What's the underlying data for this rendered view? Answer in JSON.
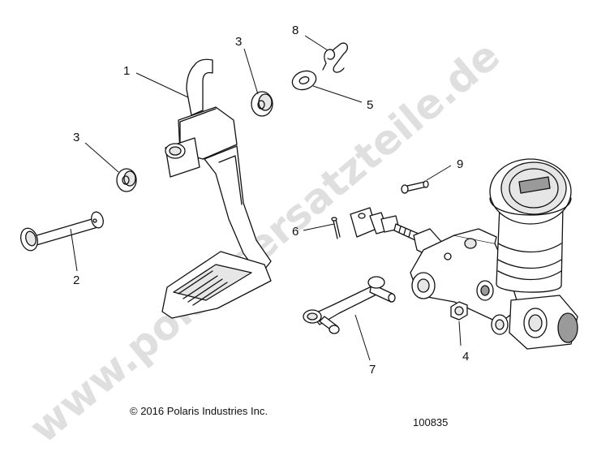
{
  "diagram": {
    "callouts": [
      {
        "id": "c1",
        "label": "1"
      },
      {
        "id": "c2",
        "label": "2"
      },
      {
        "id": "c3a",
        "label": "3"
      },
      {
        "id": "c3b",
        "label": "3"
      },
      {
        "id": "c4",
        "label": "4"
      },
      {
        "id": "c5",
        "label": "5"
      },
      {
        "id": "c6",
        "label": "6"
      },
      {
        "id": "c7",
        "label": "7"
      },
      {
        "id": "c8",
        "label": "8"
      },
      {
        "id": "c9",
        "label": "9"
      }
    ],
    "copyright": "© 2016 Polaris Industries Inc.",
    "figure_number": "100835",
    "watermark": "www.polarisersatzteile.de"
  }
}
